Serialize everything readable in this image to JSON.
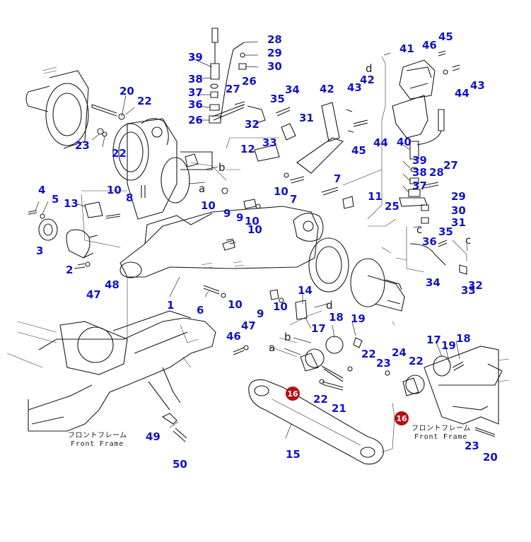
{
  "colors": {
    "callout": "#1212c8",
    "line": "#1a1a1a",
    "marker": "#b80d14"
  },
  "frame_label": {
    "jp": "フロントフレーム",
    "en": "Front Frame"
  },
  "frame_label_right": {
    "jp": "フロントフレーム",
    "en": "Front Frame"
  },
  "refs": [
    "a",
    "b",
    "c",
    "d"
  ],
  "markers": [
    "16",
    "16"
  ],
  "callouts": [
    "1",
    "2",
    "3",
    "4",
    "5",
    "6",
    "7",
    "7",
    "8",
    "9",
    "9",
    "9",
    "10",
    "10",
    "10",
    "10",
    "10",
    "10",
    "10",
    "11",
    "12",
    "13",
    "14",
    "15",
    "17",
    "17",
    "18",
    "18",
    "19",
    "19",
    "20",
    "20",
    "21",
    "22",
    "22",
    "22",
    "22",
    "22",
    "23",
    "23",
    "23",
    "24",
    "25",
    "26",
    "26",
    "27",
    "27",
    "28",
    "28",
    "29",
    "29",
    "30",
    "30",
    "31",
    "31",
    "32",
    "32",
    "33",
    "33",
    "34",
    "34",
    "35",
    "35",
    "36",
    "36",
    "37",
    "37",
    "38",
    "38",
    "39",
    "39",
    "40",
    "41",
    "42",
    "42",
    "43",
    "43",
    "44",
    "44",
    "45",
    "45",
    "46",
    "46",
    "47",
    "47",
    "48",
    "49",
    "50"
  ]
}
